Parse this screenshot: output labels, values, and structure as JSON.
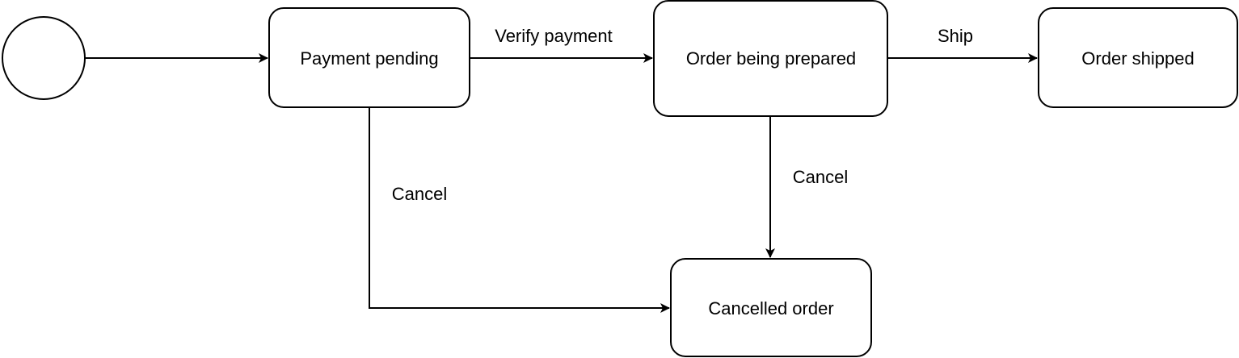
{
  "diagram": {
    "states": {
      "payment_pending": "Payment pending",
      "order_being_prepared": "Order being prepared",
      "order_shipped": "Order shipped",
      "cancelled_order": "Cancelled order"
    },
    "transitions": {
      "verify_payment": "Verify payment",
      "ship": "Ship",
      "cancel_from_pending": "Cancel",
      "cancel_from_prepared": "Cancel"
    }
  }
}
